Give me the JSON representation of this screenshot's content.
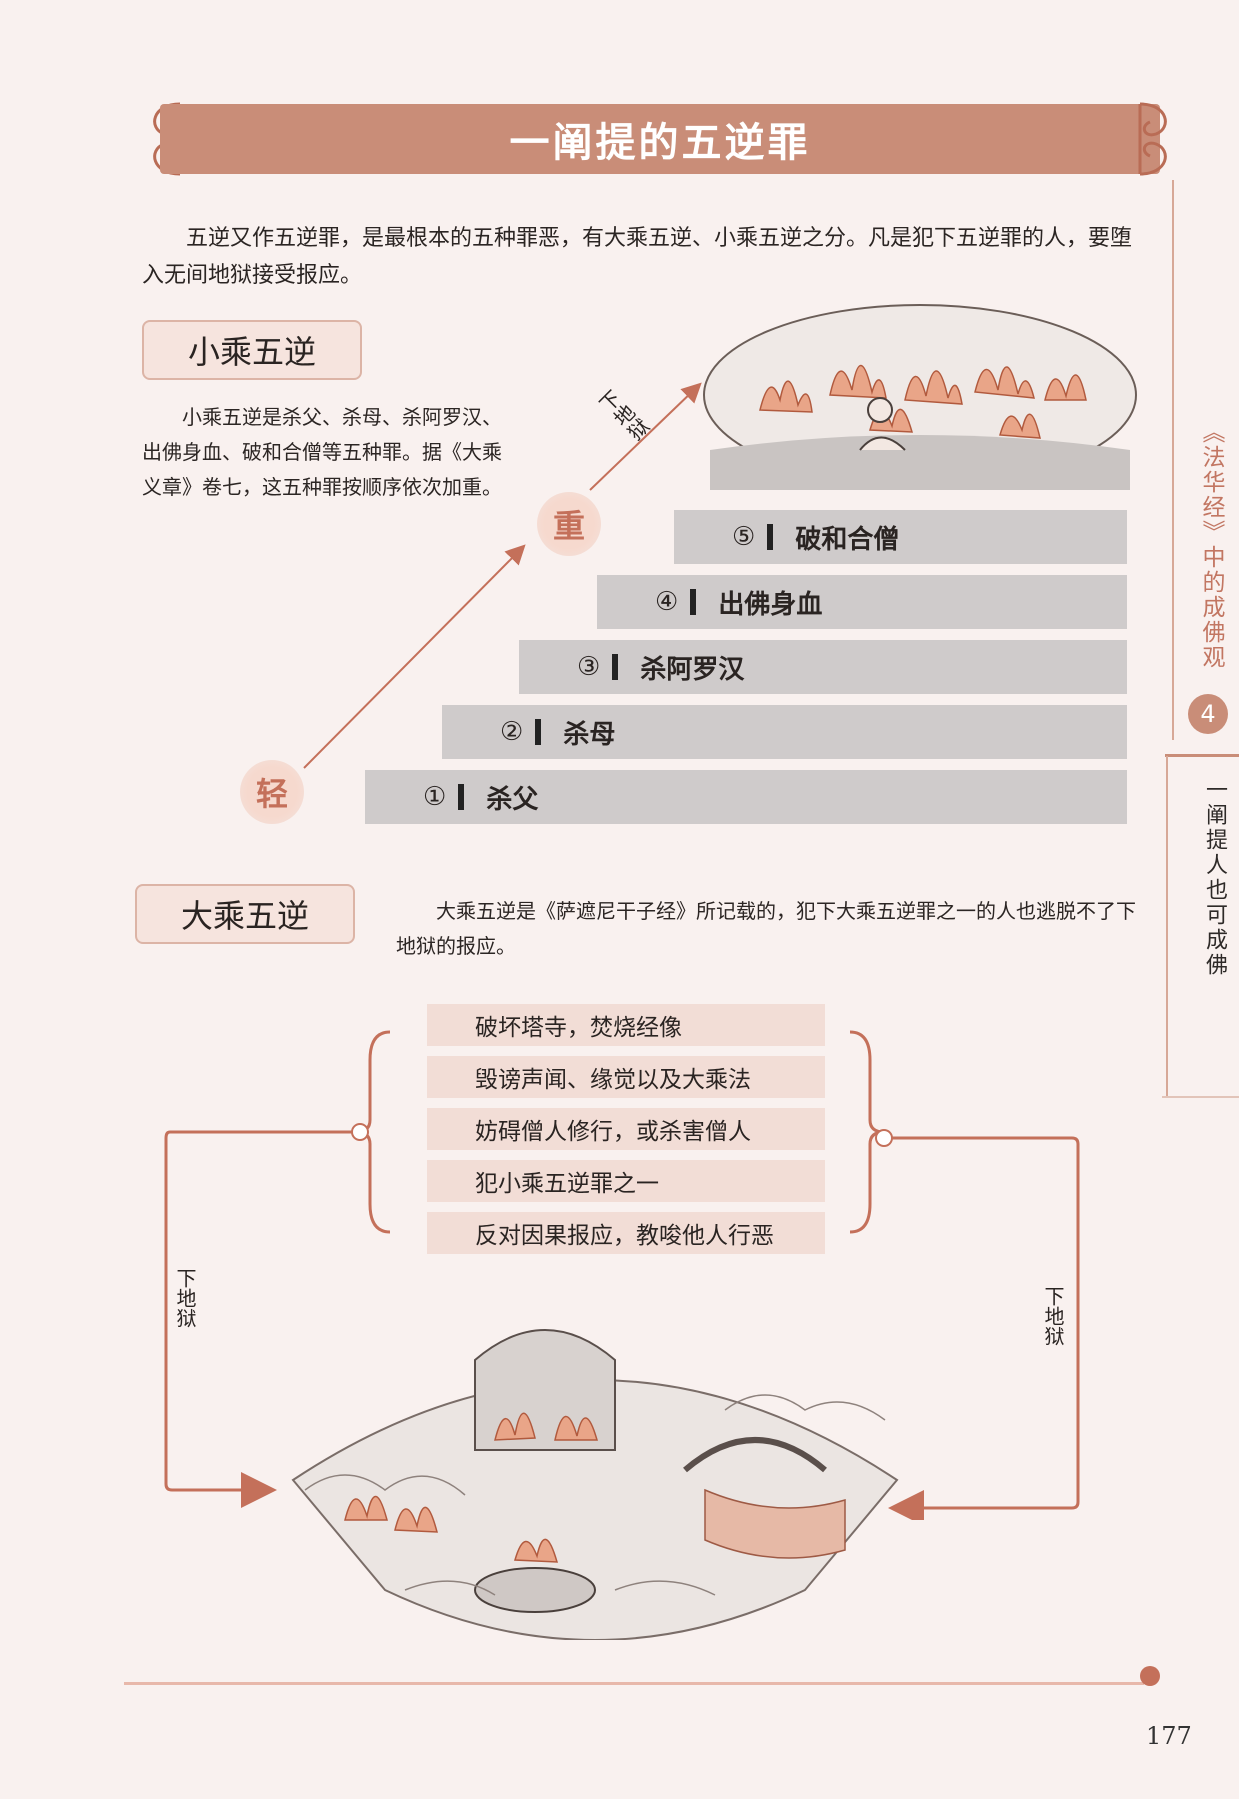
{
  "header": {
    "title": "一阐提的五逆罪"
  },
  "sidebar": {
    "chapter_title": "《法华经》中的成佛观",
    "chapter_number": "4",
    "section_label": "一阐提人也可成佛"
  },
  "intro": "五逆又作五逆罪，是最根本的五种罪恶，有大乘五逆、小乘五逆之分。凡是犯下五逆罪的人，要堕入无间地狱接受报应。",
  "small_vehicle": {
    "heading": "小乘五逆",
    "description": "小乘五逆是杀父、杀母、杀阿罗汉、出佛身血、破和合僧等五种罪。据《大乘义章》卷七，这五种罪按顺序依次加重。",
    "heavy_label": "重",
    "light_label": "轻",
    "hell_label": "下地狱",
    "steps": [
      {
        "num": "①",
        "label": "杀父"
      },
      {
        "num": "②",
        "label": "杀母"
      },
      {
        "num": "③",
        "label": "杀阿罗汉"
      },
      {
        "num": "④",
        "label": "出佛身血"
      },
      {
        "num": "⑤",
        "label": "破和合僧"
      }
    ]
  },
  "large_vehicle": {
    "heading": "大乘五逆",
    "description": "大乘五逆是《萨遮尼干子经》所记载的，犯下大乘五逆罪之一的人也逃脱不了下地狱的报应。",
    "items": [
      "破坏塔寺，焚烧经像",
      "毁谤声闻、缘觉以及大乘法",
      "妨碍僧人修行，或杀害僧人",
      "犯小乘五逆罪之一",
      "反对因果报应，教唆他人行恶"
    ],
    "left_hell_label": "下地狱",
    "right_hell_label": "下地狱"
  },
  "footer": {
    "page_number": "177"
  }
}
